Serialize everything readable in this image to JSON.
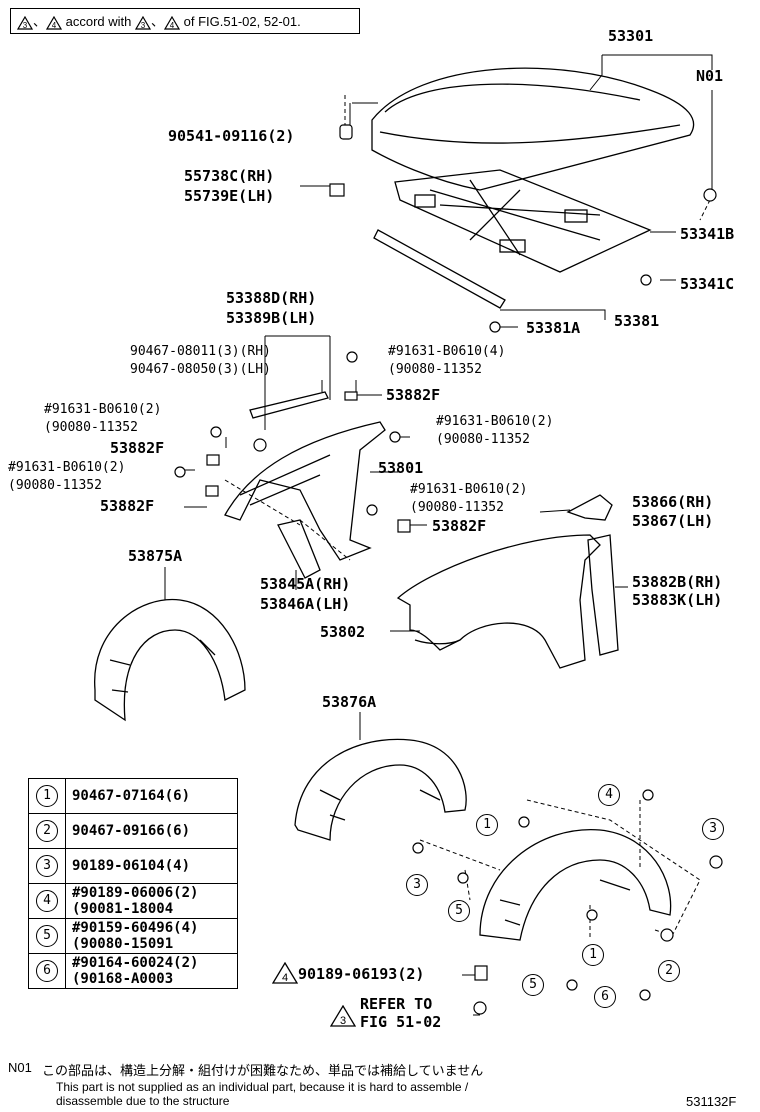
{
  "header_note": {
    "tri_a": "3",
    "sep": "、",
    "tri_b": "4",
    "text1": "accord with",
    "tri_c": "3",
    "tri_d": "4",
    "text2": "of FIG.51-02, 52-01."
  },
  "labels": {
    "p53301": "53301",
    "n01": "N01",
    "p90541": "90541-09116(2)",
    "p55738": "55738C(RH)",
    "p55739": "55739E(LH)",
    "p53341b": "53341B",
    "p53341c": "53341C",
    "p53388d": "53388D(RH)",
    "p53389b": "53389B(LH)",
    "p53381a": "53381A",
    "p53381": "53381",
    "p90467a": "90467-08011(3)(RH)",
    "p90467b": "90467-08050(3)(LH)",
    "p91631_1": "#91631-B0610(4)",
    "p90080_1": "(90080-11352",
    "p53882f_1": "53882F",
    "p91631_2": "#91631-B0610(2)",
    "p90080_2": "(90080-11352",
    "p91631_3": "#91631-B0610(2)",
    "p90080_3": "(90080-11352",
    "p53882f_2": "53882F",
    "p53801": "53801",
    "p91631_4": "#91631-B0610(2)",
    "p90080_4": "(90080-11352",
    "p53882f_3": "53882F",
    "p91631_5": "#91631-B0610(2)",
    "p90080_5": "(90080-11352",
    "p53882f_4": "53882F",
    "p53866": "53866(RH)",
    "p53867": "53867(LH)",
    "p53875a": "53875A",
    "p53845a": "53845A(RH)",
    "p53846a": "53846A(LH)",
    "p53882b": "53882B(RH)",
    "p53883k": "53883K(LH)",
    "p53802": "53802",
    "p53876a": "53876A",
    "p90189_06193": "90189-06193(2)",
    "refer1": "REFER TO",
    "refer2": "FIG 51-02"
  },
  "callouts": {
    "c1a": "1",
    "c4a": "4",
    "c3a": "3",
    "c3b": "3",
    "c5a": "5",
    "c1b": "1",
    "c2": "2",
    "c5b": "5",
    "c6": "6",
    "tri4": "4",
    "tri3": "3"
  },
  "legend": [
    {
      "num": "1",
      "line1": "90467-07164(6)",
      "line2": ""
    },
    {
      "num": "2",
      "line1": "90467-09166(6)",
      "line2": ""
    },
    {
      "num": "3",
      "line1": "90189-06104(4)",
      "line2": ""
    },
    {
      "num": "4",
      "line1": "#90189-06006(2)",
      "line2": "(90081-18004"
    },
    {
      "num": "5",
      "line1": "#90159-60496(4)",
      "line2": "(90080-15091"
    },
    {
      "num": "6",
      "line1": "#90164-60024(2)",
      "line2": "(90168-A0003"
    }
  ],
  "footer": {
    "n01": "N01",
    "jp": "この部品は、構造上分解・組付けが困難なため、単品では補給していません",
    "en1": "This part is not supplied as an individual part, because it is hard to assemble /",
    "en2": "disassemble due to the structure",
    "code": "531132F"
  }
}
